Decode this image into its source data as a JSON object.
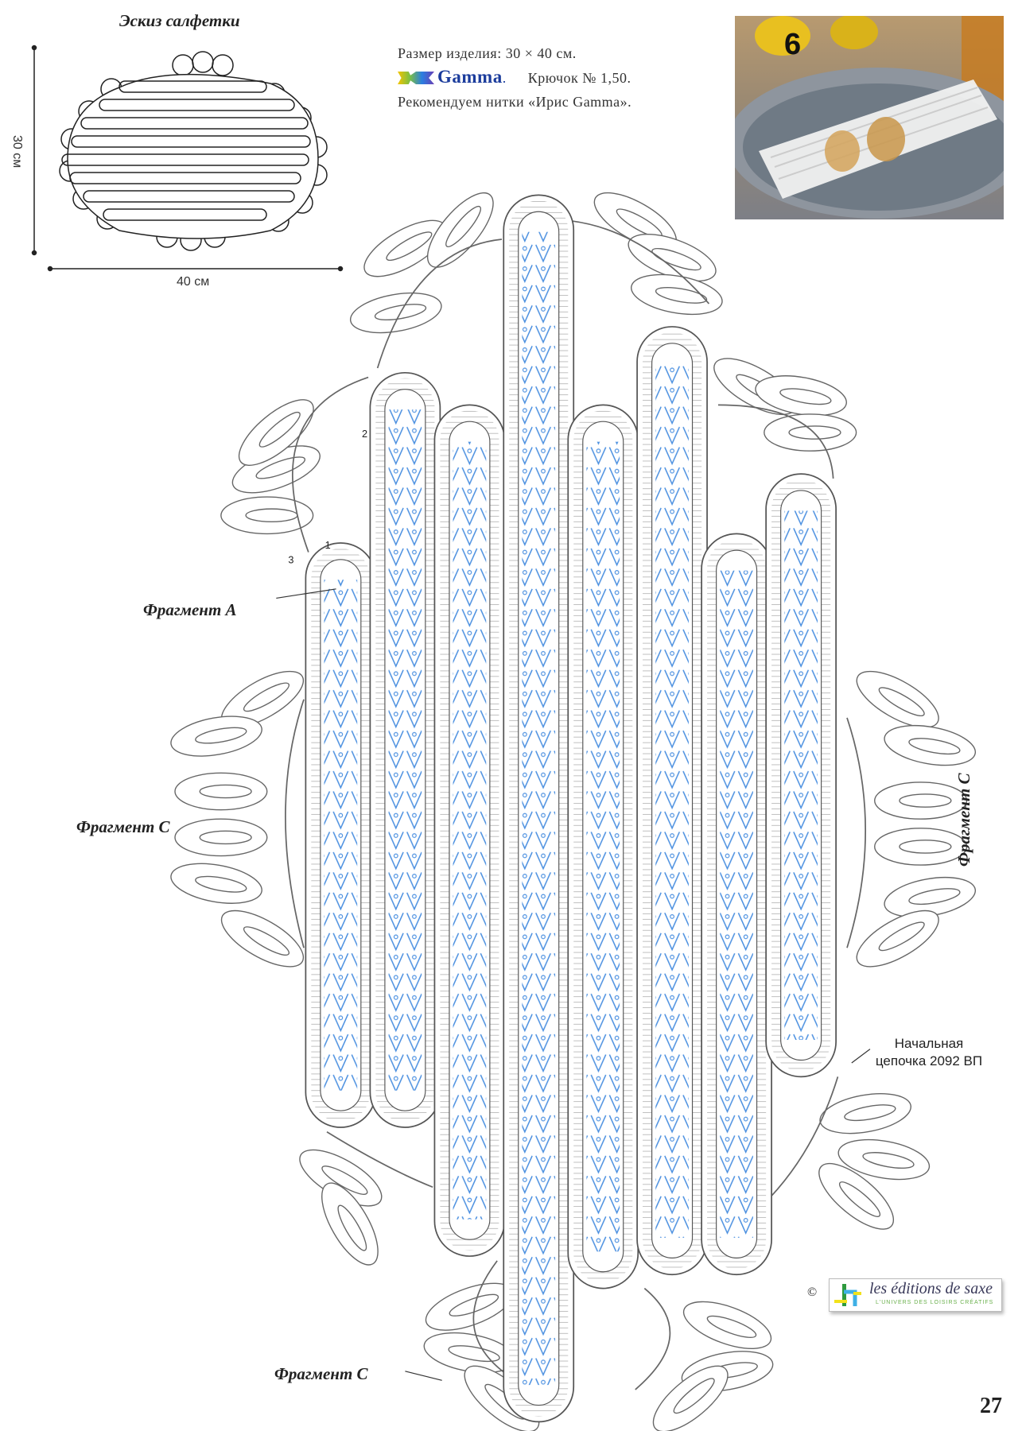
{
  "sketch": {
    "title": "Эскиз салфетки",
    "height_label": "30 см",
    "width_label": "40 см"
  },
  "info": {
    "size_line": "Размер изделия: 30 × 40 см.",
    "brand": "Gamma",
    "hook_line": "Крючок № 1,50.",
    "yarn_line": "Рекомендуем нитки «Ирис Gamma»."
  },
  "photo": {
    "overlay_number": "6"
  },
  "diagram": {
    "labels": {
      "fragment_a": "Фрагмент A",
      "fragment_c_left": "Фрагмент C",
      "fragment_c_right": "Фрагмент C",
      "fragment_c_bottom": "Фрагмент C"
    },
    "start_chain_line1": "Начальная",
    "start_chain_line2": "цепочка 2092 ВП",
    "row_markers": [
      "1",
      "2",
      "3"
    ]
  },
  "publisher": {
    "copyright": "©",
    "name": "les éditions de saxe",
    "tagline": "L'UNIVERS DES LOISIRS CRÉATIFS"
  },
  "page_number": "27",
  "colors": {
    "pattern_blue": "#4a8fe0",
    "line_gray": "#555555",
    "brand_blue": "#1b3c9c"
  }
}
